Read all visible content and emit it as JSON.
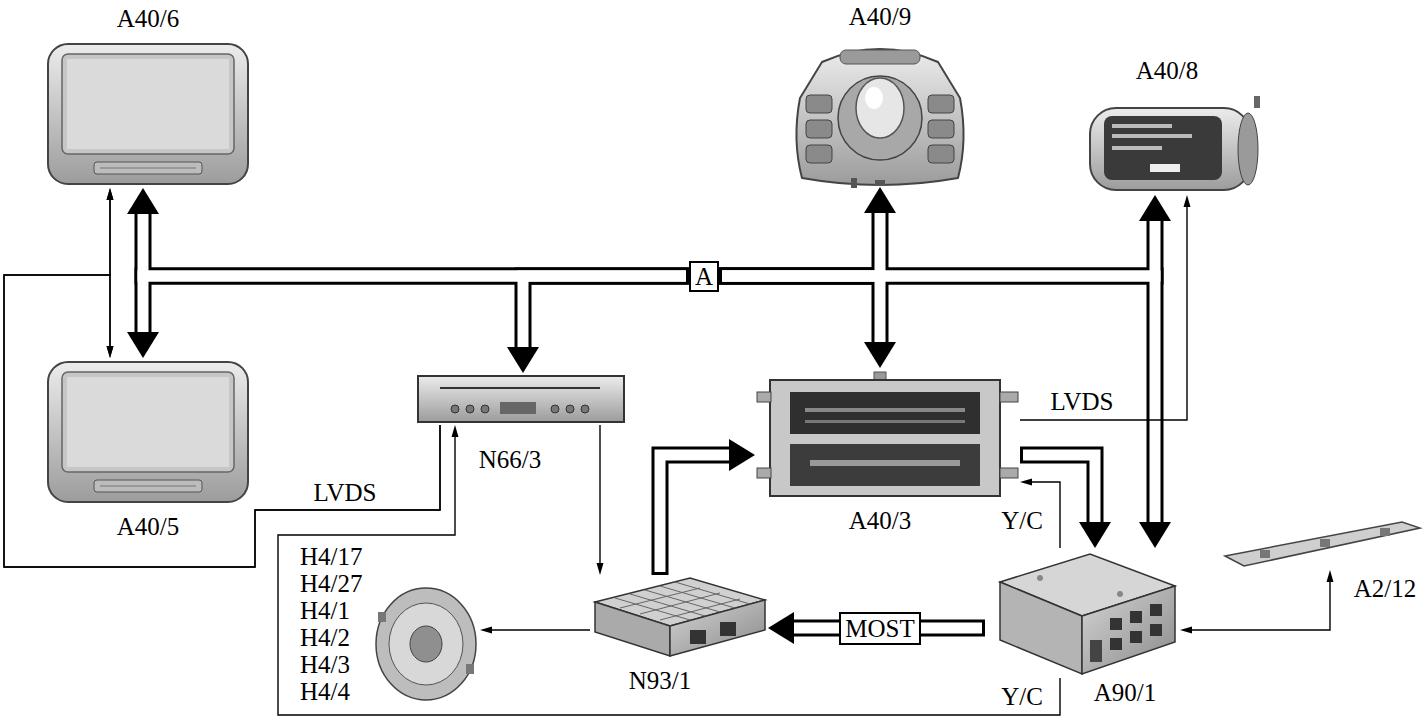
{
  "diagram": {
    "nodes": [
      {
        "text": [
          "A40/6"
        ]
      },
      {
        "text": [
          "A40/9"
        ]
      },
      {
        "text": [
          "A40/8"
        ]
      },
      {
        "text": [
          "A"
        ]
      },
      {
        "text": [
          "A40/5"
        ]
      },
      {
        "text": [
          "N66/3"
        ]
      },
      {
        "text": [
          "A40/3"
        ]
      },
      {
        "text": [
          "A2/12"
        ]
      },
      {
        "text": [
          "H4/17 H4/27 H4/1 H4/2 H4/3 H4/4"
        ]
      },
      {
        "text": [
          "N93/1"
        ]
      },
      {
        "text": [
          "A90/1"
        ]
      }
    ],
    "edges": [
      {
        "from": 3,
        "to": 0,
        "arrow": "to"
      },
      {
        "from": 3,
        "to": 4,
        "arrow": "to"
      },
      {
        "from": 3,
        "to": 5,
        "arrow": "to"
      },
      {
        "from": 3,
        "to": 1,
        "arrow": "to"
      },
      {
        "from": 3,
        "to": 6,
        "arrow": "to"
      },
      {
        "from": 3,
        "to": 2,
        "arrow": "to"
      },
      {
        "from": 3,
        "to": 10,
        "arrow": "to"
      },
      {
        "from": 4,
        "to": 0,
        "arrow": "both"
      },
      {
        "from": 5,
        "to": 0,
        "label": "LVDS",
        "arrow": "to"
      },
      {
        "from": 5,
        "to": 4,
        "arrow": "to"
      },
      {
        "from": 5,
        "to": 9,
        "arrow": "to"
      },
      {
        "from": 9,
        "to": 6,
        "arrow": "to"
      },
      {
        "from": 9,
        "to": 8,
        "arrow": "to"
      },
      {
        "from": 6,
        "to": 2,
        "label": "LVDS",
        "arrow": "to"
      },
      {
        "from": 6,
        "to": 10,
        "arrow": "to"
      },
      {
        "from": 10,
        "to": 6,
        "label": "Y/C",
        "arrow": "to"
      },
      {
        "from": 10,
        "to": 5,
        "label": "Y/C",
        "arrow": "to"
      },
      {
        "from": 10,
        "to": 7,
        "arrow": "both"
      },
      {
        "from": 10,
        "to": 9,
        "label": "MOST",
        "arrow": "to"
      }
    ]
  }
}
